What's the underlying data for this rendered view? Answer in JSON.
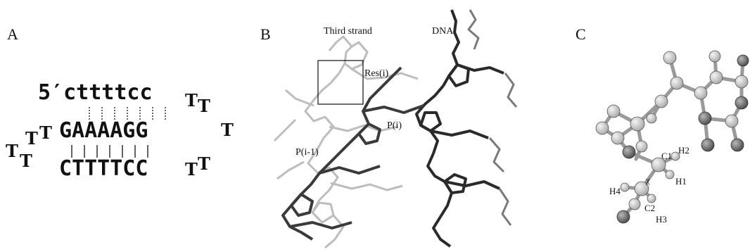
{
  "panels": {
    "a": {
      "label": "A",
      "strand_top": "5′cttttcc",
      "strand_mid": "GAAAAGG",
      "strand_bot": "CTTTTCC",
      "loop_right_top": [
        "T",
        "T"
      ],
      "loop_right_mid": "T",
      "loop_right_bot": [
        "T",
        "T"
      ],
      "loop_left_top": [
        "T",
        "T"
      ],
      "loop_left_bot": [
        "T",
        "T"
      ]
    },
    "b": {
      "label": "B",
      "third_strand": "Third strand",
      "dna": "DNA",
      "res_i": "Res(i)",
      "p_i": "P(i)",
      "p_i_minus_1": "P(i-1)"
    },
    "c": {
      "label": "C",
      "atoms": {
        "c1": "C1",
        "c2": "C2",
        "h1": "H1",
        "h2": "H2",
        "h3": "H3",
        "h4": "H4",
        "chi": "χ"
      }
    }
  },
  "colors": {
    "ink": "#111111",
    "light_stick": "#bdbdbd",
    "mid_stick": "#7a7a7a",
    "dark_stick": "#2a2a2a",
    "atom_light": "#d6d6d6",
    "atom_dark": "#6e6e6e"
  }
}
